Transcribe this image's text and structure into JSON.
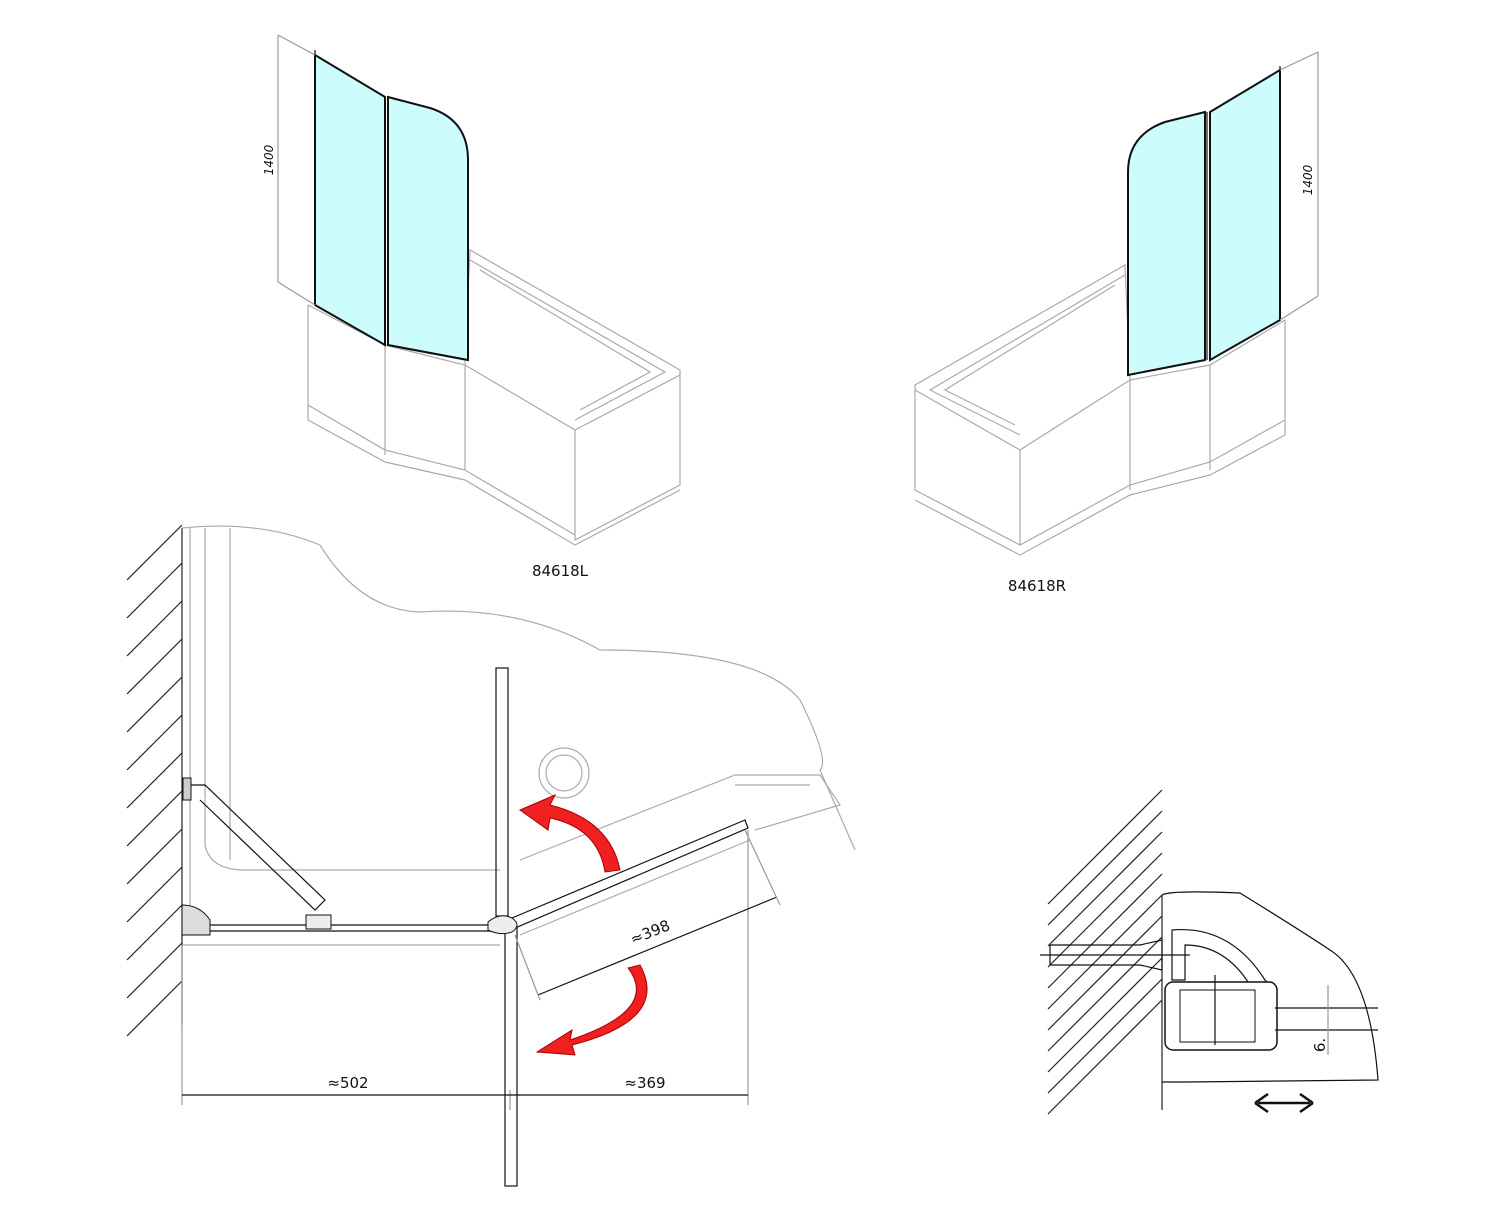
{
  "views": {
    "left_model": {
      "code": "84618L",
      "height_dim": "1400"
    },
    "right_model": {
      "code": "84618R",
      "height_dim": "1400"
    }
  },
  "plan": {
    "dim_left": "≈502",
    "dim_right": "≈369",
    "dim_diagonal": "≈398"
  },
  "detail": {
    "gap_dim": "6."
  },
  "colors": {
    "glass": "#ccfcfc",
    "arrow": "#ee2020"
  }
}
